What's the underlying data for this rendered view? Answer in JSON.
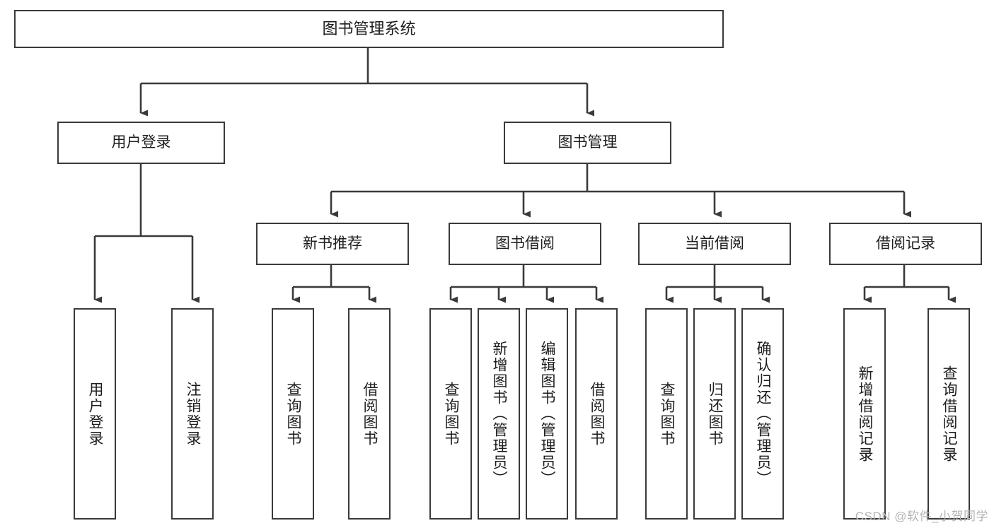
{
  "diagram": {
    "title": "图书管理系统",
    "type": "tree-hierarchy-diagram",
    "colors": {
      "background": "#ffffff",
      "box_border": "#3a3a3a",
      "box_fill": "#ffffff",
      "text": "#1d1d1d",
      "connector": "#3a3a3a",
      "watermark": "#b4b4b4"
    },
    "root": {
      "label": "图书管理系统"
    },
    "level2": [
      {
        "label": "用户登录"
      },
      {
        "label": "图书管理"
      }
    ],
    "level3": [
      {
        "label": "新书推荐"
      },
      {
        "label": "图书借阅"
      },
      {
        "label": "当前借阅"
      },
      {
        "label": "借阅记录"
      }
    ],
    "leaves": {
      "user_login": [
        {
          "label": "用户登录"
        },
        {
          "label": "注销登录"
        }
      ],
      "new_book_recommend": [
        {
          "label": "查询图书"
        },
        {
          "label": "借阅图书"
        }
      ],
      "book_borrow": [
        {
          "label": "查询图书"
        },
        {
          "label": "新增图书（管理员）"
        },
        {
          "label": "编辑图书（管理员）"
        },
        {
          "label": "借阅图书"
        }
      ],
      "current_borrow": [
        {
          "label": "查询图书"
        },
        {
          "label": "归还图书"
        },
        {
          "label": "确认归还（管理员）"
        }
      ],
      "borrow_record": [
        {
          "label": "新增借阅记录"
        },
        {
          "label": "查询借阅记录"
        }
      ]
    }
  },
  "watermark": {
    "text": "CSDN @软件_小贺同学"
  }
}
